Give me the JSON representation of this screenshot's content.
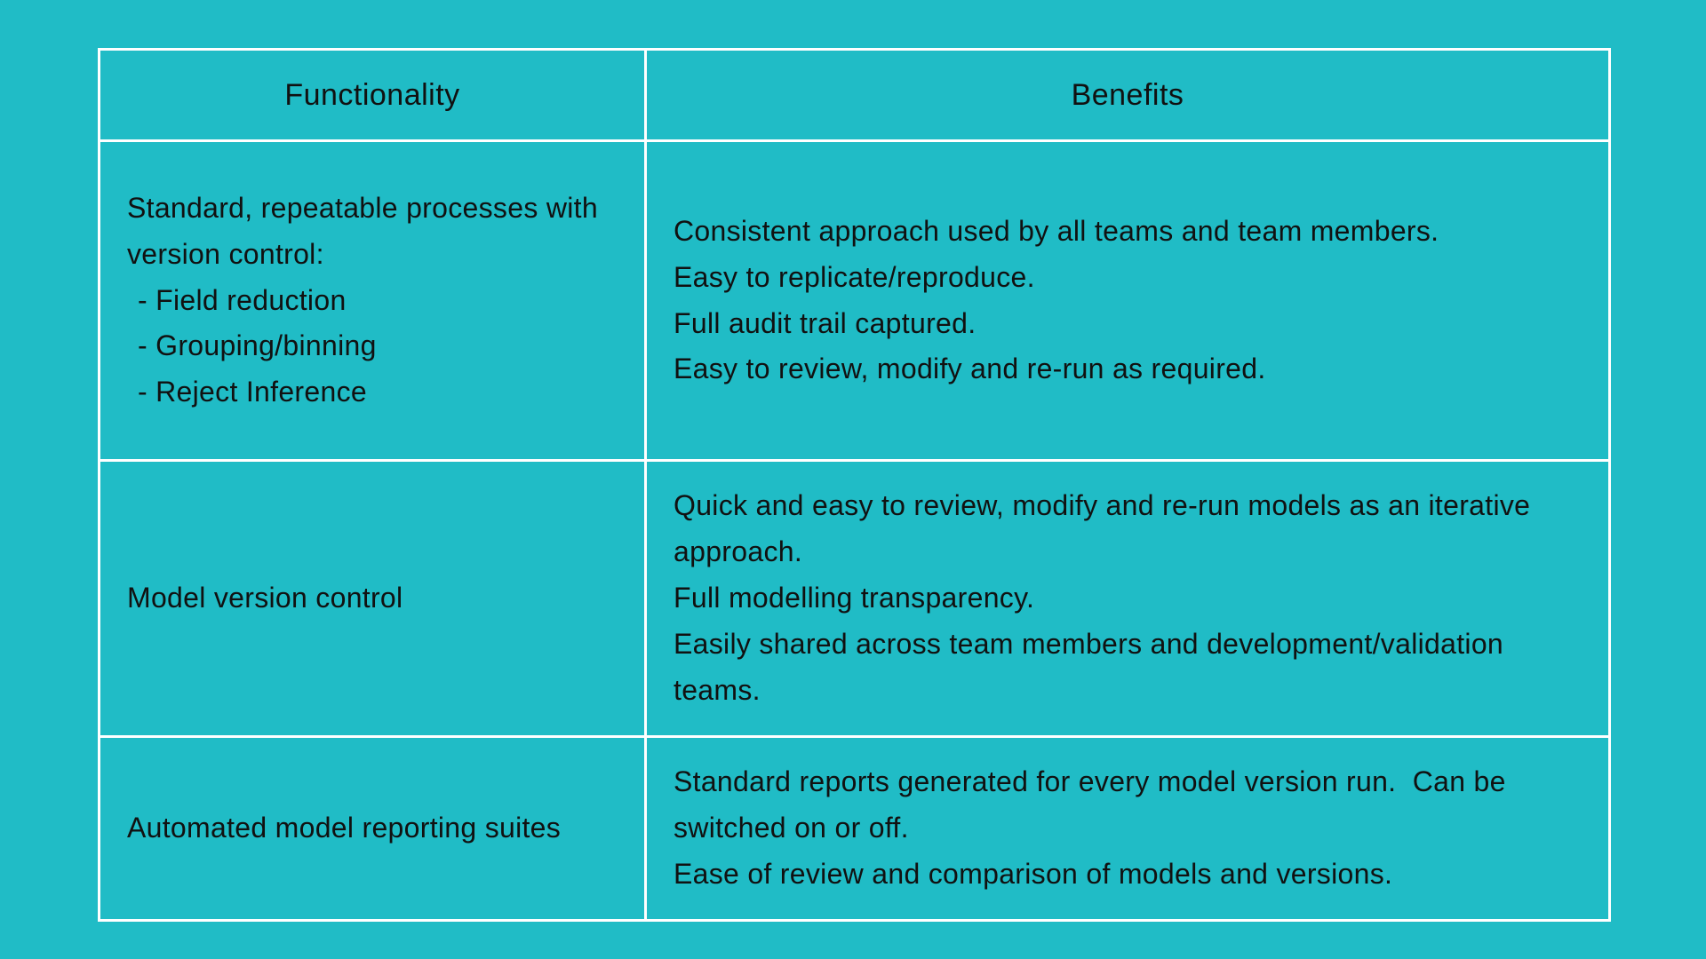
{
  "page": {
    "background_color": "#20BCC6",
    "table_border_color": "#FFFFFF",
    "text_color": "#111111"
  },
  "table": {
    "headers": {
      "functionality": "Functionality",
      "benefits": "Benefits"
    },
    "rows": [
      {
        "functionality": "Standard, repeatable processes with version control:",
        "functionality_bullets": [
          "- Field reduction",
          "- Grouping/binning",
          "- Reject Inference"
        ],
        "benefits": [
          "Consistent approach used by all teams and team members.",
          "Easy to replicate/reproduce.",
          "Full audit trail captured.",
          "Easy to review, modify and re-run as required."
        ]
      },
      {
        "functionality": "Model version control",
        "functionality_bullets": [],
        "benefits": [
          "Quick and easy to review, modify and re-run models as an iterative approach.",
          "Full modelling transparency.",
          "Easily shared across team members and development/validation teams."
        ]
      },
      {
        "functionality": "Automated model reporting suites",
        "functionality_bullets": [],
        "benefits": [
          "Standard reports generated for every model version run.  Can be switched on or off.",
          "Ease of review and comparison of models and versions."
        ]
      }
    ]
  }
}
